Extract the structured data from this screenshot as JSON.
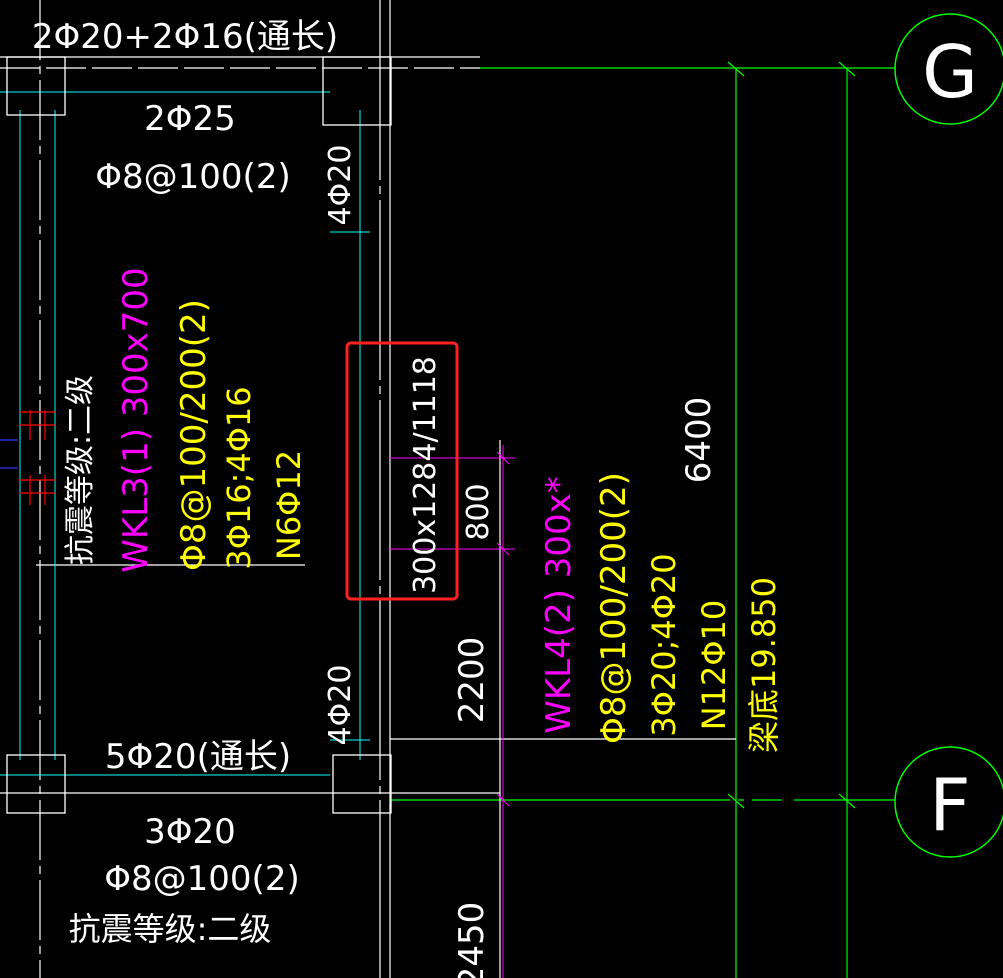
{
  "colors": {
    "background": "#000000",
    "white": "#ffffff",
    "cyan": "#00ffff",
    "green": "#00ff00",
    "yellow": "#ffff00",
    "magenta": "#ff00ff",
    "red": "#ff0000",
    "blue": "#3030ff",
    "highlight": "#ff2020"
  },
  "axes": {
    "g": {
      "label": "G"
    },
    "f": {
      "label": "F"
    }
  },
  "top_beam": {
    "top_bar_text": "2Φ20+2Φ16(通长)",
    "bottom_bar_text": "2Φ25",
    "stirrup_text": "Φ8@100(2)"
  },
  "columns": {
    "upper_right_note": "4Φ20",
    "lower_right_note": "4Φ20"
  },
  "wkl3": {
    "seismic_grade": "抗震等级:二级",
    "name": "WKL3(1) 300x700",
    "stirrup": "Φ8@100/200(2)",
    "bars": "3Φ16;4Φ16",
    "side_bars": "N6Φ12"
  },
  "highlight": {
    "section_text": "300x1284/1118",
    "dimension_800": "800"
  },
  "dimensions": {
    "d6400": "6400",
    "d2200": "2200",
    "d2450": "2450"
  },
  "wkl4": {
    "name": "WKL4(2) 300x*",
    "stirrup": "Φ8@100/200(2)",
    "bars": "3Φ20;4Φ20",
    "side_bars": "N12Φ10",
    "bottom_elevation": "梁底19.850"
  },
  "bottom_beam": {
    "top_bar_text": "5Φ20(通长)",
    "bottom_bar_text": "3Φ20",
    "stirrup_text": "Φ8@100(2)",
    "seismic_grade": "抗震等级:二级"
  }
}
